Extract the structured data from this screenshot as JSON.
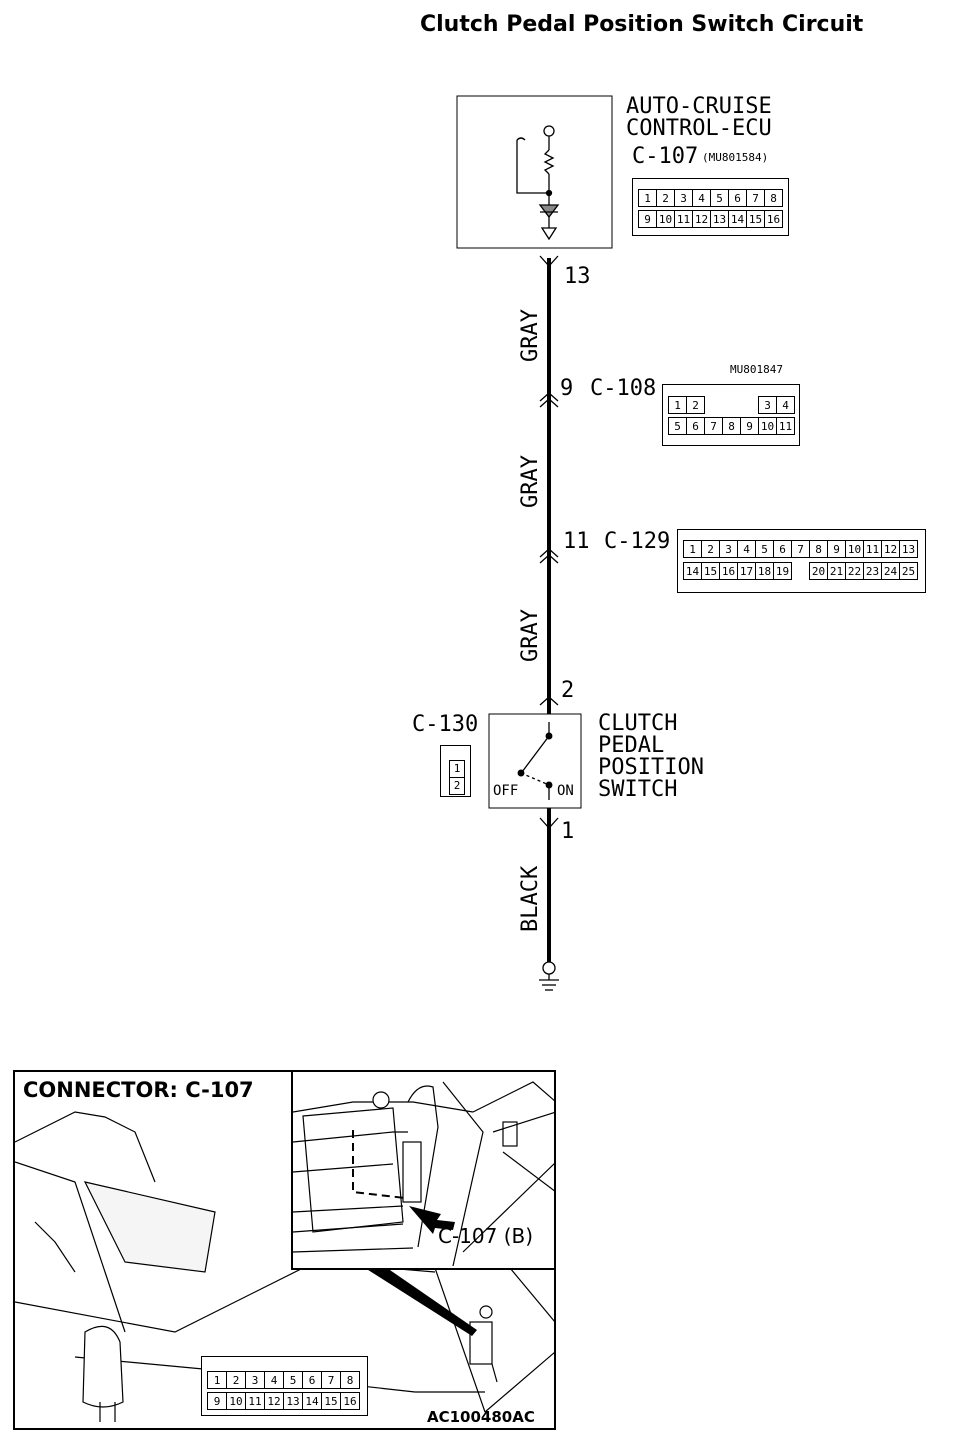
{
  "title": "Clutch Pedal Position Switch Circuit",
  "ecu": {
    "name_line1": "AUTO-CRUISE",
    "name_line2": "CONTROL-ECU",
    "connector": "C-107",
    "part_no": "(MU801584)",
    "pins_row1": [
      "1",
      "2",
      "3",
      "4",
      "5",
      "6",
      "7",
      "8"
    ],
    "pins_row2": [
      "9",
      "10",
      "11",
      "12",
      "13",
      "14",
      "15",
      "16"
    ],
    "terminal": "13"
  },
  "wires": [
    {
      "color": "GRAY"
    },
    {
      "color": "GRAY"
    },
    {
      "color": "GRAY"
    },
    {
      "color": "BLACK"
    }
  ],
  "c108": {
    "terminal": "9",
    "connector": "C-108",
    "part_no": "MU801847",
    "pins_row1": [
      "1",
      "2",
      "",
      "",
      "",
      "3",
      "4"
    ],
    "pins_row2": [
      "5",
      "6",
      "7",
      "8",
      "9",
      "10",
      "11"
    ]
  },
  "c129": {
    "terminal": "11",
    "connector": "C-129",
    "pins_row1": [
      "1",
      "2",
      "3",
      "4",
      "5",
      "6",
      "7",
      "8",
      "9",
      "10",
      "11",
      "12",
      "13"
    ],
    "pins_row2": [
      "14",
      "15",
      "16",
      "17",
      "18",
      "19",
      "",
      "20",
      "21",
      "22",
      "23",
      "24",
      "25"
    ]
  },
  "switch": {
    "connector": "C-130",
    "pins": [
      "1",
      "2"
    ],
    "name_line1": "CLUTCH",
    "name_line2": "PEDAL",
    "name_line3": "POSITION",
    "name_line4": "SWITCH",
    "off_label": "OFF",
    "on_label": "ON",
    "terminal_top": "2",
    "terminal_bottom": "1"
  },
  "locator": {
    "title": "CONNECTOR: C-107",
    "callout": "C-107 (B)",
    "figure_code": "AC100480AC",
    "pins_row1": [
      "1",
      "2",
      "3",
      "4",
      "5",
      "6",
      "7",
      "8"
    ],
    "pins_row2": [
      "9",
      "10",
      "11",
      "12",
      "13",
      "14",
      "15",
      "16"
    ]
  }
}
